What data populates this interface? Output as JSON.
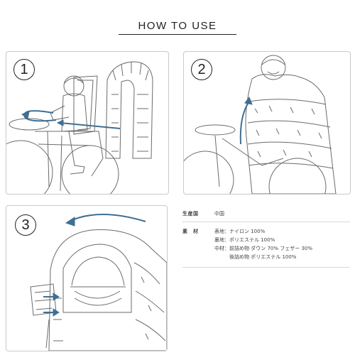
{
  "header": {
    "title": "HOW TO USE"
  },
  "steps": [
    {
      "number": "1"
    },
    {
      "number": "2"
    },
    {
      "number": "3"
    }
  ],
  "specs": {
    "origin": {
      "label": "生産国",
      "value": "中国"
    },
    "material": {
      "label": "素　材",
      "lines": [
        "表地：ナイロン 100%",
        "裏地：ポリエステル 100%",
        "中材：前詰め物 ダウン 70% フェザー 30%",
        "　　　後詰め物 ポリエステル 100%"
      ]
    }
  },
  "colors": {
    "arrow": "#3f6f93",
    "line": "#6b6b6b",
    "border": "#c9c9c9"
  }
}
